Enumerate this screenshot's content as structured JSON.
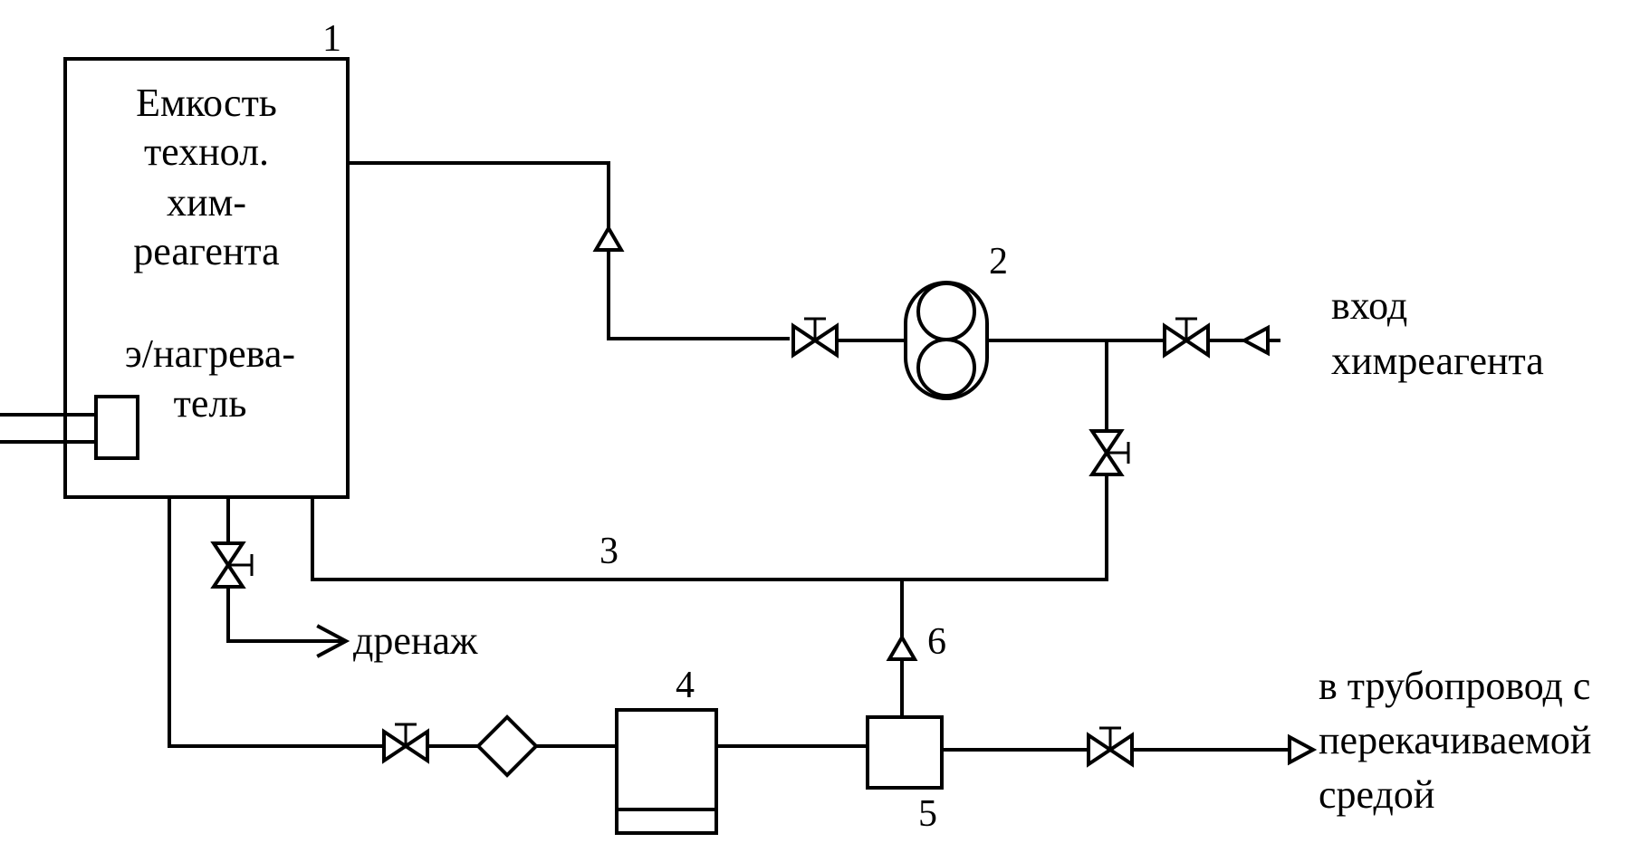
{
  "labels": {
    "tank": [
      "Емкость",
      "технол.",
      "хим-",
      "реагента"
    ],
    "heater": [
      "э/нагрева-",
      "тель"
    ],
    "drain": "дренаж",
    "inlet": [
      "вход",
      "химреагента"
    ],
    "outlet": [
      "в трубопровод с",
      "перекачиваемой",
      "средой"
    ]
  },
  "numbers": {
    "n1": "1",
    "n2": "2",
    "n3": "3",
    "n4": "4",
    "n5": "5",
    "n6": "6"
  }
}
